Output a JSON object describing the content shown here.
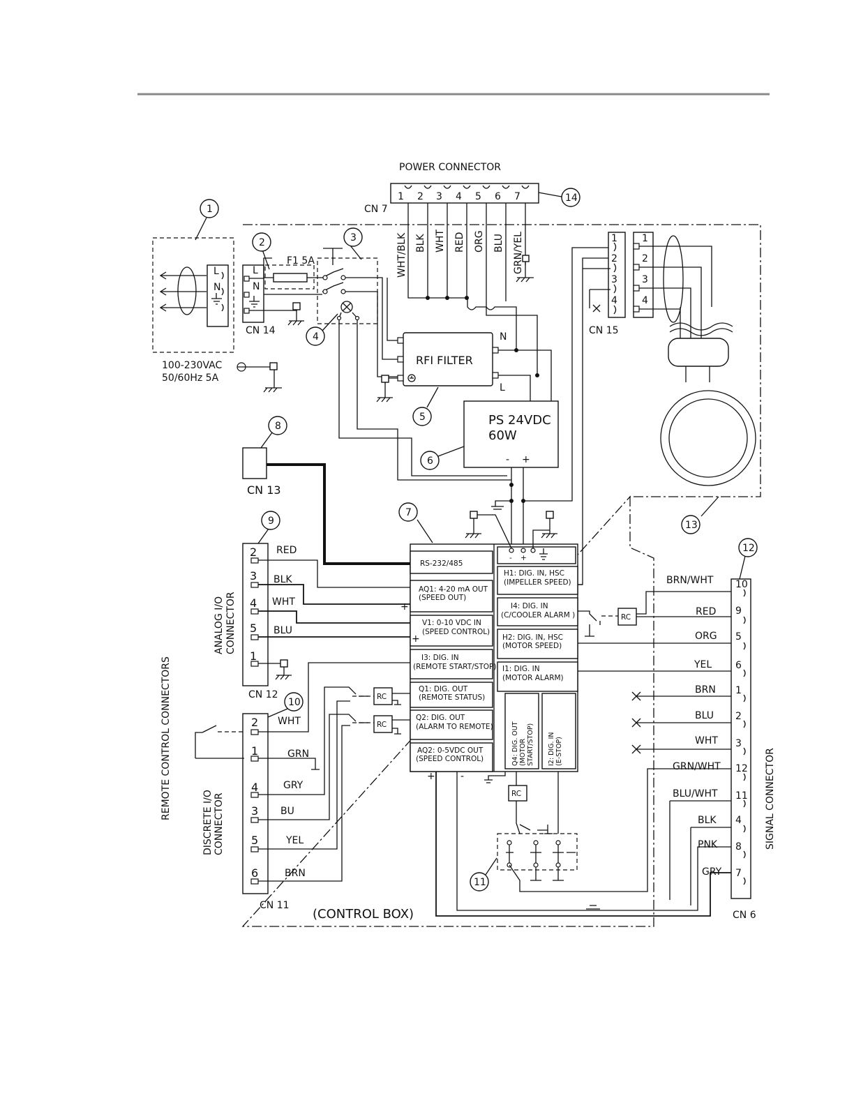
{
  "power_connector": {
    "title": "POWER CONNECTOR",
    "id": "CN 7",
    "callout": "14",
    "pins": [
      "1",
      "2",
      "3",
      "4",
      "5",
      "6",
      "7"
    ],
    "wires": [
      "WHT/BLK",
      "BLK",
      "WHT",
      "RED",
      "ORG",
      "BLU",
      "GRN/YEL"
    ]
  },
  "mains": {
    "callout": "1",
    "rating_line1": "100-230VAC",
    "rating_line2": "50/60Hz 5A",
    "pins": [
      "L",
      "N"
    ]
  },
  "cn14": {
    "id": "CN 14",
    "pins": [
      "L",
      "N"
    ]
  },
  "fuse": {
    "callout": "2",
    "label": "F1 5A"
  },
  "switch": {
    "callout": "3"
  },
  "lamp": {
    "callout": "4"
  },
  "rfi_filter": {
    "callout": "5",
    "label": "RFI FILTER",
    "n": "N",
    "l": "L"
  },
  "power_supply": {
    "callout": "6",
    "line1": "PS 24VDC",
    "line2": "60W",
    "minus": "-",
    "plus": "+"
  },
  "controller": {
    "callout": "7",
    "modules": {
      "rs": "RS-232/485",
      "aq1_l1": "AQ1: 4-20 mA OUT",
      "aq1_l2": "(SPEED OUT)",
      "v1_l1": "V1: 0-10 VDC IN",
      "v1_l2": "(SPEED CONTROL)",
      "i3_l1": "I3: DIG. IN",
      "i3_l2": "(REMOTE START/STOP)",
      "q1_l1": "Q1:   DIG. OUT",
      "q1_l2": "(REMOTE STATUS)",
      "q2_l1": "Q2:  DIG. OUT",
      "q2_l2": "(ALARM TO REMOTE)",
      "aq2_l1": "AQ2:  0-5VDC OUT",
      "aq2_l2": "(SPEED CONTROL)",
      "h1_l1": "H1: DIG. IN, HSC",
      "h1_l2": "(IMPELLER SPEED)",
      "i4_l1": "I4: DIG. IN",
      "i4_l2": "(C/COOLER ALARM )",
      "h2_l1": "H2:  DIG. IN,  HSC",
      "h2_l2": "(MOTOR SPEED)",
      "i1_l1": "I1: DIG. IN",
      "i1_l2": "(MOTOR ALARM)",
      "q4_l1": "Q4: DIG. OUT",
      "q4_l2": "(MOTOR",
      "q4_l3": "START/STOP)",
      "i2_l1": "I2: DIG. IN",
      "i2_l2": "(E-STOP)"
    },
    "supply_minus": "-",
    "supply_plus": "+"
  },
  "cn13": {
    "callout": "8",
    "id": "CN 13"
  },
  "analog_io": {
    "callout": "9",
    "id": "CN 12",
    "title_line1": "ANALOG I/O",
    "title_line2": "CONNECTOR",
    "pins": [
      {
        "num": "2",
        "wire": "RED"
      },
      {
        "num": "3",
        "wire": "BLK"
      },
      {
        "num": "4",
        "wire": "WHT"
      },
      {
        "num": "5",
        "wire": "BLU"
      },
      {
        "num": "1",
        "wire": ""
      }
    ]
  },
  "discrete_io": {
    "callout": "10",
    "id": "CN 11",
    "title_line1": "DISCRETE I/O",
    "title_line2": "CONNECTOR",
    "pins": [
      {
        "num": "2",
        "wire": "WHT"
      },
      {
        "num": "1",
        "wire": "GRN"
      },
      {
        "num": "4",
        "wire": "GRY"
      },
      {
        "num": "3",
        "wire": "BU"
      },
      {
        "num": "5",
        "wire": "YEL"
      },
      {
        "num": "6",
        "wire": "BRN"
      }
    ]
  },
  "remote_title": "REMOTE CONTROL CONNECTORS",
  "control_box": "(CONTROL BOX)",
  "pushbuttons": {
    "callout": "11"
  },
  "signal_connector": {
    "callout": "12",
    "id": "CN 6",
    "title": "SIGNAL CONNECTOR",
    "pins": [
      {
        "num": "10",
        "wire": "BRN/WHT"
      },
      {
        "num": "9",
        "wire": "RED"
      },
      {
        "num": "5",
        "wire": "ORG"
      },
      {
        "num": "6",
        "wire": "YEL"
      },
      {
        "num": "1",
        "wire": "BRN"
      },
      {
        "num": "2",
        "wire": "BLU"
      },
      {
        "num": "3",
        "wire": "WHT"
      },
      {
        "num": "12",
        "wire": "GRN/WHT"
      },
      {
        "num": "11",
        "wire": "BLU/WHT"
      },
      {
        "num": "4",
        "wire": "BLK"
      },
      {
        "num": "8",
        "wire": "PNK"
      },
      {
        "num": "7",
        "wire": "GRY"
      }
    ]
  },
  "motor": {
    "callout": "13"
  },
  "cn15": {
    "id": "CN 15",
    "pins": [
      "1",
      "2",
      "3",
      "4"
    ]
  },
  "rc_label": "RC",
  "minus_sign": "-",
  "plus_sign": "+"
}
